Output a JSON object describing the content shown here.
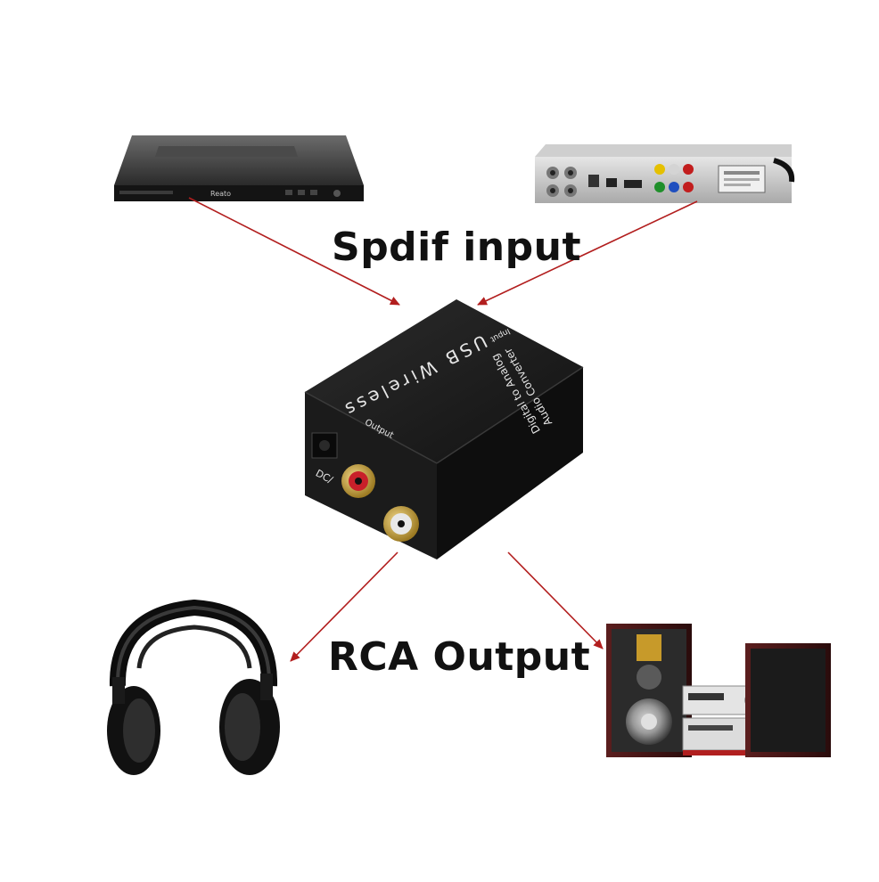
{
  "labels": {
    "input_caption": "Spdif input",
    "output_caption": "RCA Output"
  },
  "converter": {
    "top_line1": "USB Wireless",
    "top_line2": "Digital to Analog",
    "top_line3": "Audio Converter",
    "input_port": "Input",
    "output_port": "Output",
    "dc_port": "DC/"
  },
  "colors": {
    "arrow": "#b21e1e",
    "device_body": "#1a1a1a",
    "rca_red": "#c8202a",
    "rca_white": "#e8e8e8",
    "gold": "#c9a23a"
  },
  "devices": {
    "dvd_player_brand": "Reato"
  }
}
